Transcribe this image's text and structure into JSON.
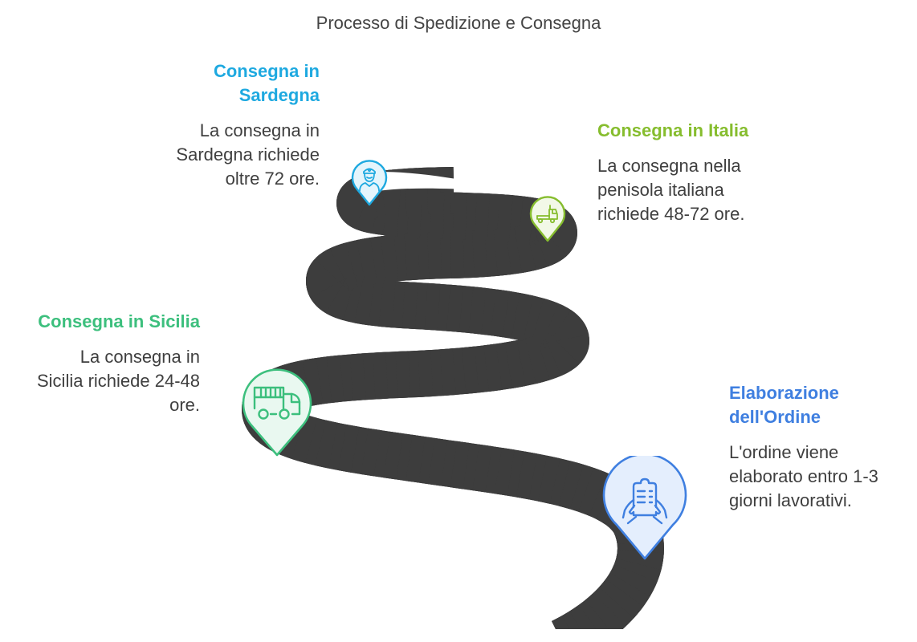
{
  "title": "Processo di Spedizione e Consegna",
  "colors": {
    "road_fill": "#efefef",
    "road_edge": "#3d3d3d",
    "text": "#3f3f3f"
  },
  "steps": [
    {
      "id": "elaborazione",
      "heading": "Elaborazione dell'Ordine",
      "heading_lines": [
        "Elaborazione",
        "dell'Ordine"
      ],
      "description_lines": [
        "L'ordine viene",
        "elaborato entro 1-3",
        "giorni lavorativi."
      ],
      "icon": "clipboard-in-hands-icon",
      "color": "#3f7fe0",
      "pin_fill": "#e4eefd"
    },
    {
      "id": "sicilia",
      "heading": "Consegna in Sicilia",
      "heading_lines": [
        "Consegna in Sicilia"
      ],
      "description_lines": [
        "La consegna in",
        "Sicilia richiede 24-48",
        "ore."
      ],
      "icon": "cargo-truck-icon",
      "color": "#3cbf7d",
      "pin_fill": "#e9f8f0"
    },
    {
      "id": "italia",
      "heading": "Consegna in Italia",
      "heading_lines": [
        "Consegna in Italia"
      ],
      "description_lines": [
        "La consegna nella",
        "penisola italiana",
        "richiede 48-72 ore."
      ],
      "icon": "tractor-truck-icon",
      "color": "#86bd2e",
      "pin_fill": "#f2f8e7"
    },
    {
      "id": "sardegna",
      "heading": "Consegna in Sardegna",
      "heading_lines": [
        "Consegna in",
        "Sardegna"
      ],
      "description_lines": [
        "La consegna in",
        "Sardegna richiede",
        "oltre 72 ore."
      ],
      "icon": "courier-person-icon",
      "color": "#1ea9e0",
      "pin_fill": "#e4f5fc"
    }
  ]
}
